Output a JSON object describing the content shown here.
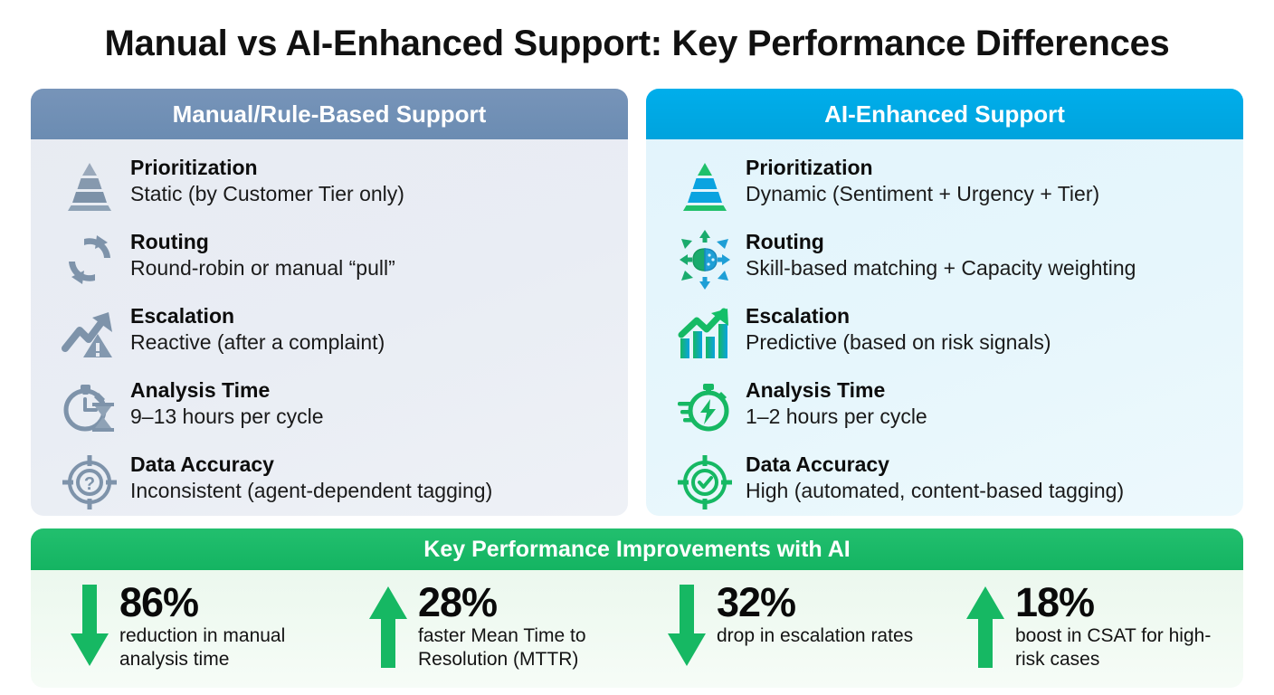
{
  "title": "Manual vs AI-Enhanced Support: Key Performance Differences",
  "colors": {
    "manual_header": "#6b8cb2",
    "manual_body": "#e8ebf2",
    "ai_header": "#00a3dd",
    "ai_body": "#e2f4fc",
    "improvement_header": "#14b462",
    "improvement_body": "#e9f6ec",
    "green_accent": "#16b863",
    "blue_accent": "#0aa3e0",
    "gray_icon": "#7b90a8"
  },
  "panels": [
    {
      "id": "manual",
      "header": "Manual/Rule-Based Support",
      "rows": [
        {
          "icon": "pyramid-icon",
          "title": "Prioritization",
          "desc": "Static (by Customer Tier only)"
        },
        {
          "icon": "refresh-cycle-icon",
          "title": "Routing",
          "desc": "Round-robin or manual “pull”"
        },
        {
          "icon": "trend-warning-icon",
          "title": "Escalation",
          "desc": "Reactive (after a complaint)"
        },
        {
          "icon": "stopwatch-hourglass-icon",
          "title": "Analysis Time",
          "desc": "9–13 hours per cycle"
        },
        {
          "icon": "target-question-icon",
          "title": "Data Accuracy",
          "desc": "Inconsistent (agent-dependent tagging)"
        }
      ]
    },
    {
      "id": "ai",
      "header": "AI-Enhanced Support",
      "rows": [
        {
          "icon": "pyramid-color-icon",
          "title": "Prioritization",
          "desc": "Dynamic (Sentiment + Urgency + Tier)"
        },
        {
          "icon": "brain-network-icon",
          "title": "Routing",
          "desc": "Skill-based matching + Capacity weighting"
        },
        {
          "icon": "bar-chart-up-icon",
          "title": "Escalation",
          "desc": "Predictive (based on risk signals)"
        },
        {
          "icon": "stopwatch-bolt-icon",
          "title": "Analysis Time",
          "desc": "1–2 hours per cycle"
        },
        {
          "icon": "target-check-icon",
          "title": "Data Accuracy",
          "desc": "High (automated, content-based tagging)"
        }
      ]
    }
  ],
  "improvements": {
    "header": "Key Performance Improvements with AI",
    "stats": [
      {
        "direction": "down",
        "icon": "arrow-down-icon",
        "value": "86%",
        "label": "reduction in manual analysis time"
      },
      {
        "direction": "up",
        "icon": "arrow-up-icon",
        "value": "28%",
        "label": "faster Mean Time to Resolution (MTTR)"
      },
      {
        "direction": "down",
        "icon": "arrow-down-icon",
        "value": "32%",
        "label": "drop in escalation rates"
      },
      {
        "direction": "up",
        "icon": "arrow-up-icon",
        "value": "18%",
        "label": "boost in CSAT for high-risk cases"
      }
    ]
  }
}
